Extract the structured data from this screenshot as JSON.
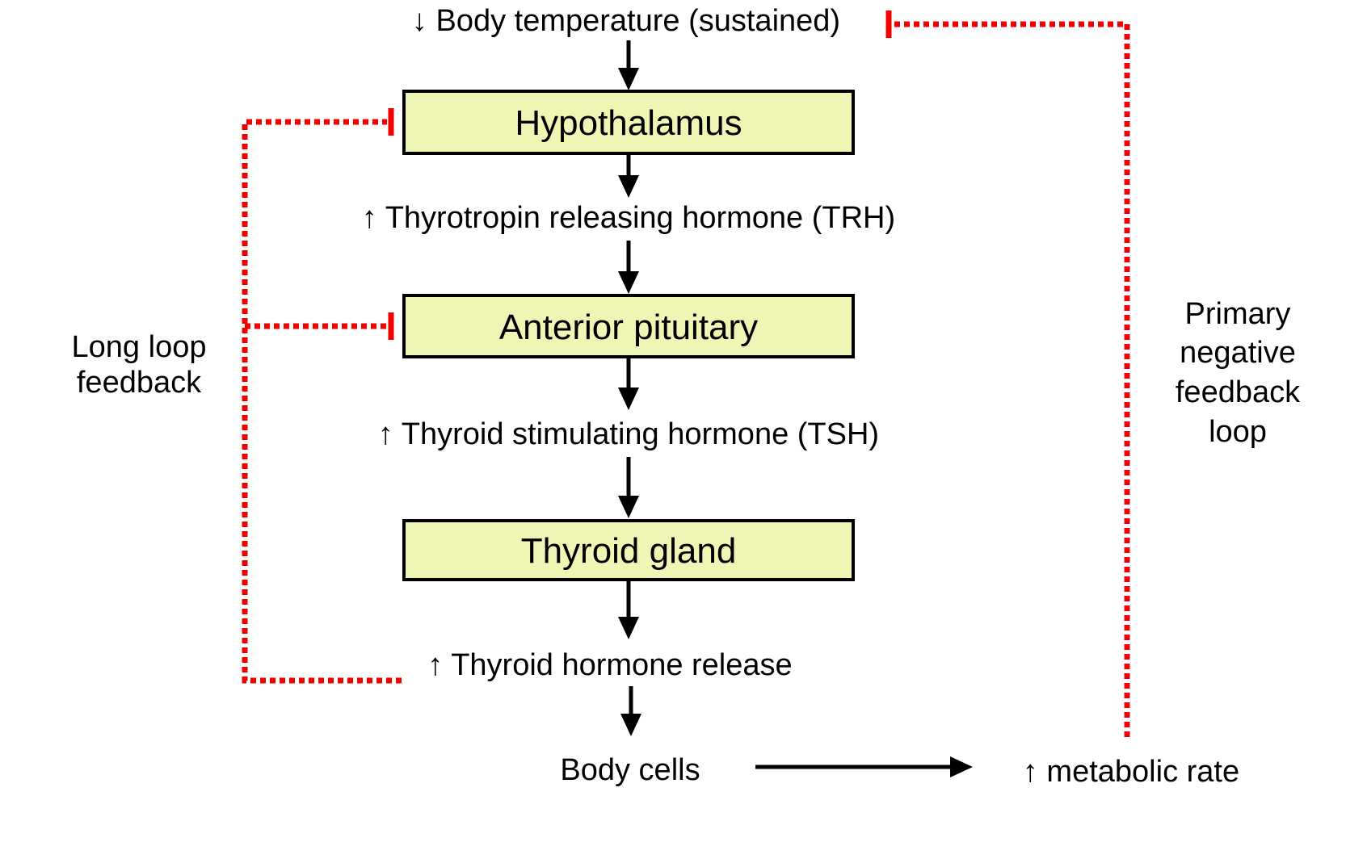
{
  "diagram": {
    "title_node": "↓ Body temperature (sustained)",
    "boxes": {
      "hypothalamus": "Hypothalamus",
      "anterior_pituitary": "Anterior pituitary",
      "thyroid_gland": "Thyroid gland"
    },
    "nodes": {
      "trh": "↑ Thyrotropin releasing hormone (TRH)",
      "tsh": "↑ Thyroid stimulating hormone (TSH)",
      "hormone_release": "↑ Thyroid hormone release",
      "body_cells": "Body cells",
      "metabolic_rate": "↑ metabolic rate"
    },
    "labels": {
      "long_loop": [
        "Long loop",
        "feedback"
      ],
      "primary_loop": [
        "Primary",
        "negative",
        "feedback",
        "loop"
      ]
    },
    "colors": {
      "background": "#FFFFFF",
      "box_fill": "#EFF5B4",
      "box_border": "#000000",
      "arrow_black": "#000000",
      "feedback_red": "#F40000",
      "text": "#000000"
    }
  }
}
